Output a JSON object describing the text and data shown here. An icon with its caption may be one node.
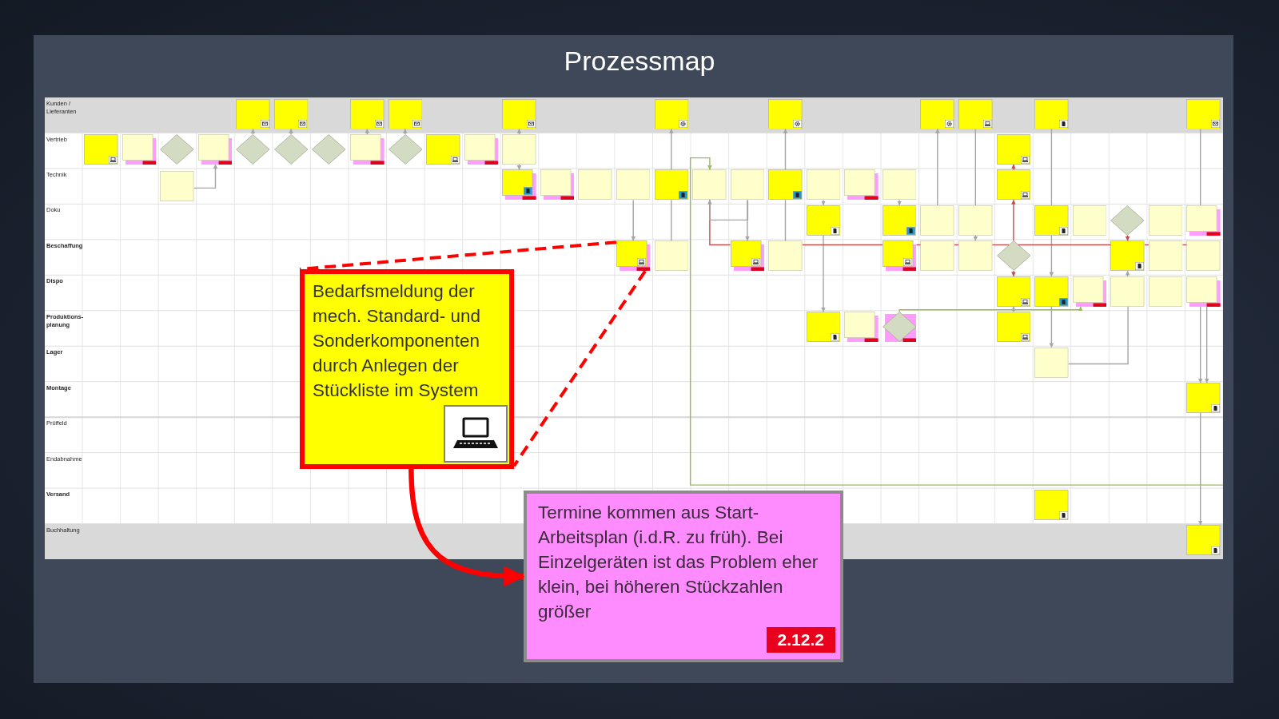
{
  "diagram": {
    "title": "Prozessmap",
    "nodes": [
      {
        "text": [],
        "shape": "box"
      },
      {
        "text": [],
        "shape": "box"
      },
      {
        "text": [],
        "shape": "box"
      },
      {
        "text": [],
        "shape": "box"
      },
      {
        "text": [],
        "shape": "box"
      },
      {
        "text": [],
        "shape": "box"
      },
      {
        "text": [],
        "shape": "box"
      },
      {
        "text": [],
        "shape": "box"
      },
      {
        "text": [],
        "shape": "box"
      },
      {
        "text": [],
        "shape": "box"
      },
      {
        "text": [],
        "shape": "box"
      },
      {
        "text": [],
        "shape": "box"
      },
      {
        "text": [],
        "shape": "box"
      },
      {
        "text": [],
        "shape": "diamond"
      },
      {
        "text": [],
        "shape": "box"
      },
      {
        "text": [],
        "shape": "diamond"
      },
      {
        "text": [],
        "shape": "diamond"
      },
      {
        "text": [],
        "shape": "diamond"
      },
      {
        "text": [],
        "shape": "box"
      },
      {
        "text": [],
        "shape": "diamond"
      },
      {
        "text": [],
        "shape": "box"
      },
      {
        "text": [],
        "shape": "box"
      },
      {
        "text": [],
        "shape": "box"
      },
      {
        "text": [],
        "shape": "box"
      },
      {
        "text": [],
        "shape": "box"
      },
      {
        "text": [],
        "shape": "box"
      },
      {
        "text": [],
        "shape": "box"
      },
      {
        "text": [],
        "shape": "box"
      },
      {
        "text": [],
        "shape": "box"
      },
      {
        "text": [],
        "shape": "box"
      },
      {
        "text": [],
        "shape": "box"
      },
      {
        "text": [],
        "shape": "box"
      },
      {
        "text": [],
        "shape": "box"
      },
      {
        "text": [],
        "shape": "box"
      },
      {
        "text": [],
        "shape": "box"
      },
      {
        "text": [],
        "shape": "box"
      },
      {
        "text": [],
        "shape": "box"
      },
      {
        "text": [],
        "shape": "box"
      },
      {
        "text": [],
        "shape": "box"
      },
      {
        "text": [],
        "shape": "box"
      },
      {
        "text": [],
        "shape": "box"
      },
      {
        "text": [],
        "shape": "box"
      },
      {
        "text": [],
        "shape": "box"
      },
      {
        "text": [],
        "shape": "diamond"
      },
      {
        "text": [],
        "shape": "box"
      },
      {
        "text": [],
        "shape": "box"
      },
      {
        "text": [],
        "shape": "box"
      },
      {
        "text": [],
        "shape": "box"
      },
      {
        "text": [],
        "shape": "box"
      },
      {
        "text": [],
        "shape": "box"
      },
      {
        "text": [],
        "shape": "box"
      },
      {
        "text": [],
        "shape": "box"
      },
      {
        "text": [],
        "shape": "box"
      },
      {
        "text": [],
        "shape": "diamond"
      },
      {
        "text": [],
        "shape": "box"
      },
      {
        "text": [],
        "shape": "box"
      },
      {
        "text": [],
        "shape": "box"
      },
      {
        "text": [],
        "shape": "box"
      },
      {
        "text": [],
        "shape": "box"
      },
      {
        "text": [],
        "shape": "box"
      },
      {
        "text": [],
        "shape": "box"
      },
      {
        "text": [],
        "shape": "box"
      },
      {
        "text": [],
        "shape": "box"
      },
      {
        "text": [],
        "shape": "box"
      },
      {
        "text": [],
        "shape": "box"
      },
      {
        "text": [],
        "shape": "diamond"
      },
      {
        "text": [],
        "shape": "box"
      },
      {
        "text": [],
        "shape": "box"
      },
      {
        "text": [],
        "shape": "box"
      },
      {
        "text": [],
        "shape": "box"
      },
      {
        "text": [],
        "shape": "box"
      },
      {
        "text": [
          "Bedarfsmeldung der mech. Standard- und Sonderkomponenten durch Anlegen der Stückliste im System"
        ]
      },
      {
        "text": [
          "Termine kommen aus Start-Arbeitsplan (i.d.R. zu früh). Bei Einzelgeräten ist das Problem eher klein, bei höheren Stückzahlen größer",
          "2.12.2"
        ]
      }
    ],
    "edges": [
      {
        "from": 15,
        "to": 0,
        "arrow": "to"
      },
      {
        "from": 16,
        "to": 1,
        "arrow": "to"
      },
      {
        "from": 18,
        "to": 2,
        "arrow": "to"
      },
      {
        "from": 19,
        "to": 3,
        "arrow": "to"
      },
      {
        "from": 24,
        "to": 14,
        "arrow": "to"
      },
      {
        "from": 22,
        "to": 4,
        "arrow": "to"
      },
      {
        "from": 22,
        "to": 25,
        "arrow": "to"
      },
      {
        "from": 28,
        "to": 46,
        "arrow": "to"
      },
      {
        "from": 29,
        "to": 5,
        "arrow": "to"
      },
      {
        "from": 47,
        "to": 29,
        "arrow": "none"
      },
      {
        "from": 32,
        "to": 6,
        "arrow": "to"
      },
      {
        "from": 49,
        "to": 32,
        "arrow": "none"
      },
      {
        "from": 31,
        "to": 48,
        "arrow": "to"
      },
      {
        "from": 30,
        "to": 48,
        "arrow": "none",
        "color": "#c0504d"
      },
      {
        "from": 31,
        "to": 30,
        "arrow": "to"
      },
      {
        "from": 33,
        "to": 37,
        "arrow": "to"
      },
      {
        "from": 37,
        "to": 63,
        "arrow": "to"
      },
      {
        "from": 35,
        "to": 38,
        "arrow": "to"
      },
      {
        "from": 39,
        "to": 7,
        "arrow": "to"
      },
      {
        "from": 40,
        "to": 8,
        "arrow": "none"
      },
      {
        "from": 40,
        "to": 52,
        "arrow": "to"
      },
      {
        "from": 9,
        "to": 41,
        "arrow": "none"
      },
      {
        "from": 41,
        "to": 58,
        "arrow": "to"
      },
      {
        "from": 58,
        "to": 67,
        "arrow": "to"
      },
      {
        "from": 67,
        "to": 60,
        "arrow": "none"
      },
      {
        "from": 60,
        "to": 54,
        "arrow": "to"
      },
      {
        "from": 10,
        "to": 45,
        "arrow": "none"
      },
      {
        "from": 62,
        "to": 68,
        "arrow": "to"
      },
      {
        "from": 62,
        "to": 68,
        "arrow": "to"
      },
      {
        "from": 68,
        "to": 70,
        "arrow": "to"
      },
      {
        "from": 66,
        "to": 57,
        "arrow": "to"
      },
      {
        "from": 49,
        "to": 50,
        "arrow": "none",
        "color": "#c0504d"
      },
      {
        "from": 50,
        "to": 51,
        "arrow": "none",
        "color": "#c0504d"
      },
      {
        "from": 51,
        "to": 52,
        "arrow": "none",
        "color": "#c0504d"
      },
      {
        "from": 52,
        "to": 53,
        "arrow": "none",
        "color": "#c0504d"
      },
      {
        "from": 53,
        "to": 54,
        "arrow": "none",
        "color": "#c0504d"
      },
      {
        "from": 54,
        "to": 55,
        "arrow": "none",
        "color": "#c0504d"
      },
      {
        "from": 55,
        "to": 56,
        "arrow": "none",
        "color": "#c0504d"
      },
      {
        "from": 53,
        "to": 36,
        "arrow": "to",
        "color": "#c0504d"
      },
      {
        "from": 36,
        "to": 23,
        "arrow": "to",
        "color": "#c0504d"
      },
      {
        "from": 53,
        "to": 57,
        "arrow": "to",
        "color": "#c0504d"
      },
      {
        "from": 43,
        "to": 54,
        "arrow": "to",
        "color": "#c0504d"
      },
      {
        "from": null,
        "to": 30,
        "arrow": "to",
        "color": "#9bbb59"
      },
      {
        "from": 65,
        "to": 59,
        "arrow": "to",
        "color": "#9bbb59"
      },
      {
        "from": 46,
        "to": 71,
        "arrow": "none",
        "style": "dashed",
        "color": "#ff0000"
      },
      {
        "from": 46,
        "to": 71,
        "arrow": "none",
        "style": "dashed",
        "color": "#ff0000"
      },
      {
        "from": 71,
        "to": 72,
        "arrow": "to",
        "style": "thick",
        "color": "#ff0000"
      }
    ],
    "labels": [
      "Kunden / Lieferanten",
      "Vertrieb",
      "Technik",
      "Doku",
      "Beschaffung",
      "Dispo",
      "Produktions-planung",
      "Lager",
      "Montage",
      "Prüffeld",
      "Endabnahme",
      "Versand",
      "Buchhaltung"
    ]
  }
}
